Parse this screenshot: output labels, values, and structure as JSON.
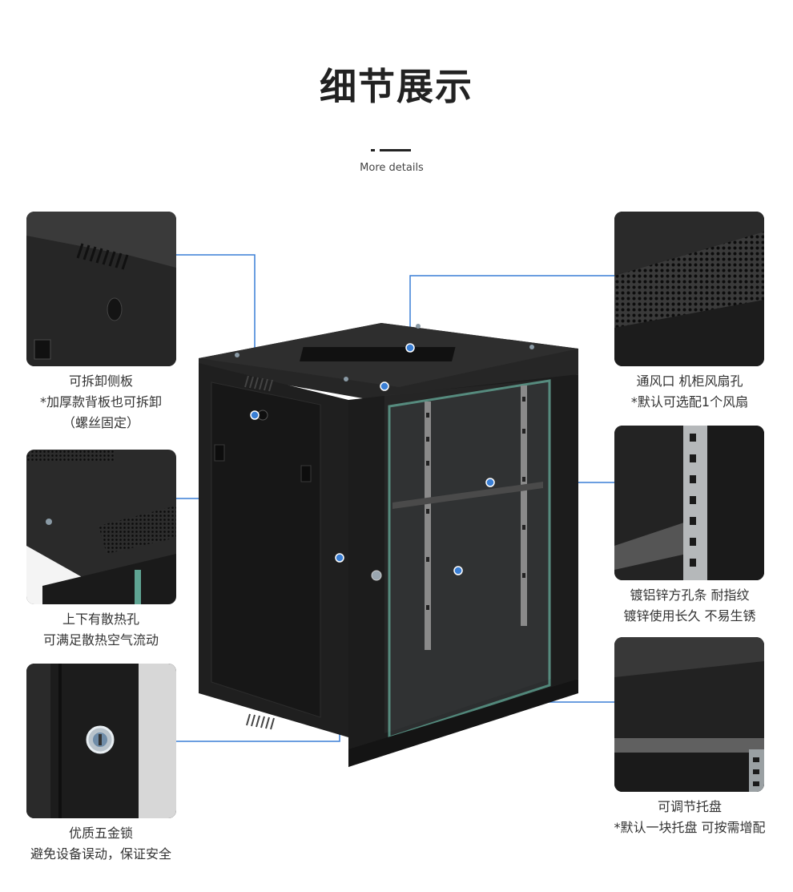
{
  "header": {
    "title": "细节展示",
    "subtitle": "More details"
  },
  "details": {
    "left": [
      {
        "line1": "可拆卸侧板",
        "line2": "*加厚款背板也可拆卸",
        "line3": "（螺丝固定）"
      },
      {
        "line1": "上下有散热孔",
        "line2": "可满足散热空气流动"
      },
      {
        "line1": "优质五金锁",
        "line2": "避免设备误动，保证安全"
      }
    ],
    "right": [
      {
        "line1": "通风口 机柜风扇孔",
        "line2": "*默认可选配1个风扇"
      },
      {
        "line1": "镀铝锌方孔条 耐指纹",
        "line2": "镀锌使用长久 不易生锈"
      },
      {
        "line1": "可调节托盘",
        "line2": "*默认一块托盘 可按需增配"
      }
    ]
  },
  "colors": {
    "leader": "#3a7fd5",
    "cabinet": "#1c1c1c",
    "glass_edge": "#7ee0c8"
  }
}
